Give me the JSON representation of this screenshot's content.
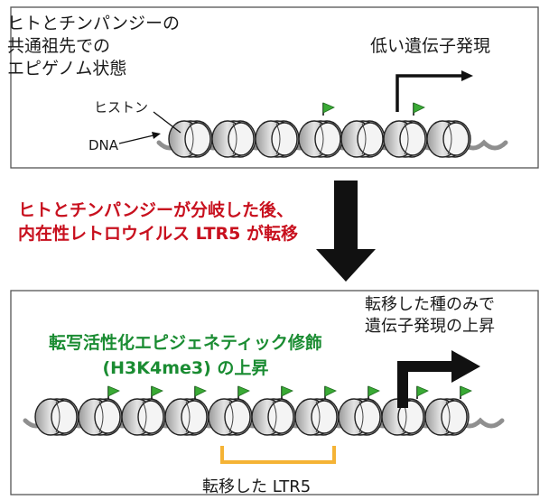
{
  "top_panel": {
    "caption": "ヒトとチンパンジーの\n共通祖先での\nエピゲノム状態",
    "expression_label": "低い遺伝子発現",
    "histone_label": "ヒストン",
    "dna_label": "DNA"
  },
  "event": {
    "text": "ヒトとチンパンジーが分岐した後、\n内在性レトロウイルス LTR5 が転移"
  },
  "bottom_panel": {
    "expression_label": "転移した種のみで\n遺伝子発現の上昇",
    "modification_label": "転写活性化エピジェネティック修飾\n(H3K4me3) の上昇",
    "ltr_label": "転移した LTR5"
  },
  "colors": {
    "event_red": "#c8101e",
    "modification_green": "#1a8c32",
    "flag_green": "#3aaa35",
    "bracket_orange": "#f5b335",
    "nucleosome_grey": "#c8c8c8"
  }
}
